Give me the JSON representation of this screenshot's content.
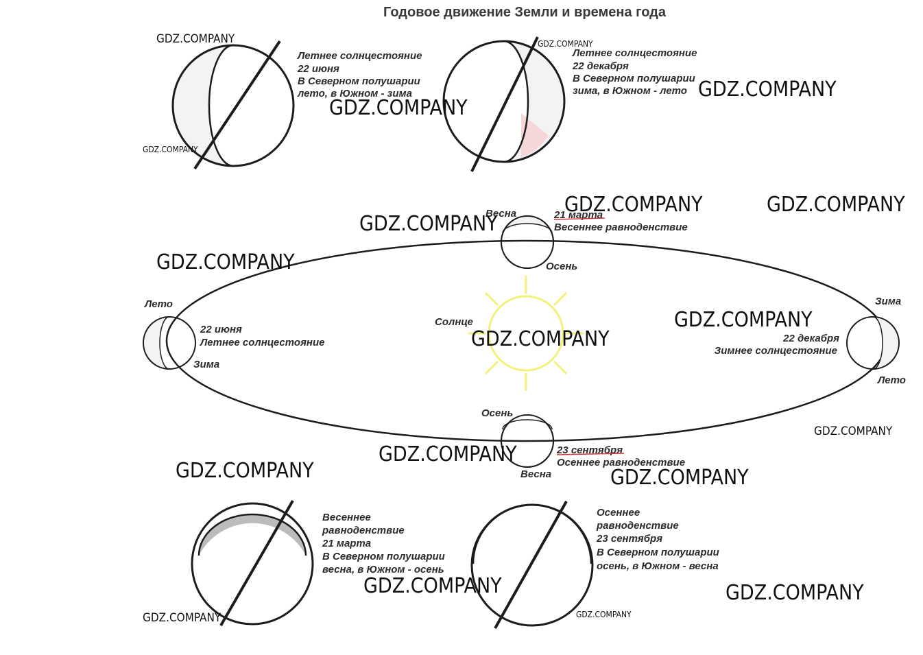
{
  "title": "Годовое движение Земли и времена года",
  "top_left": {
    "lines": [
      "Летнее солнцестояние",
      "22 июня",
      "В Северном полушарии",
      "лето, в Южном - зима"
    ]
  },
  "top_right": {
    "lines": [
      "Летнее солнцестояние",
      "22 декабря",
      "В Северном полушарии",
      "зима, в Южном - лето"
    ]
  },
  "orbit": {
    "sun_label": "Солнце",
    "top": {
      "north": "Весна",
      "date": "21 марта",
      "name": "Весеннее равноденствие",
      "south": "Осень"
    },
    "left": {
      "north": "Лето",
      "date": "22 июня",
      "name": "Летнее солнцестояние",
      "south": "Зима"
    },
    "right": {
      "north": "Зима",
      "date": "22 декабря",
      "name": "Зимнее солнцестояние",
      "south": "Лето"
    },
    "bottom": {
      "north": "Осень",
      "date": "23 сентября",
      "name": "Осеннее равноденствие",
      "south": "Весна"
    }
  },
  "bottom_left": {
    "lines": [
      "Весеннее",
      "равноденствие",
      "21 марта",
      "В Северном полушарии",
      "весна, в Южном - осень"
    ]
  },
  "bottom_right": {
    "lines": [
      "Осеннее",
      "равноденствие",
      "23 сентября",
      "В Северном полушарии",
      "осень, в Южном - весна"
    ]
  },
  "watermark": "GDZ.COMPANY",
  "colors": {
    "sun": "#f2f27a",
    "march_accent": "#d23a3a",
    "shade": "#f3f3f3",
    "pink": "#f5d6d9",
    "dark_shade": "#bcbcbc"
  }
}
